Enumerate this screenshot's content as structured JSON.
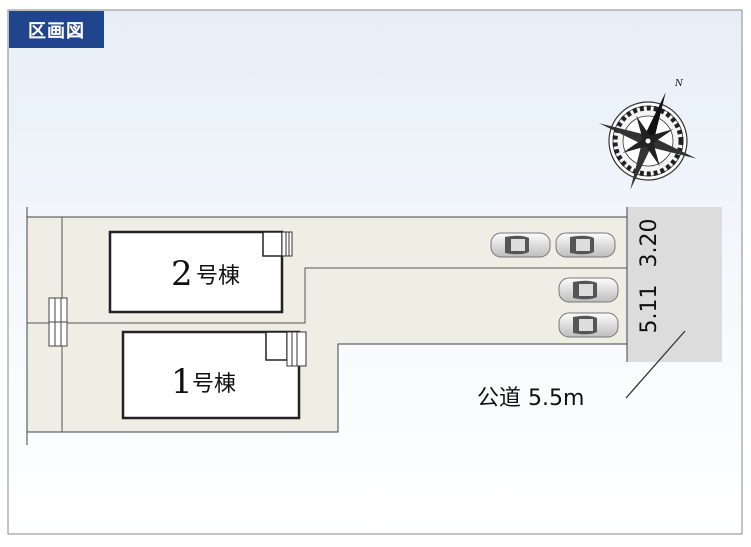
{
  "title_badge": "区画図",
  "lots": [
    {
      "number": "2",
      "label": "号棟"
    },
    {
      "number": "1",
      "label": "号棟"
    }
  ],
  "dimensions": {
    "upper": "3.20",
    "lower": "5.11"
  },
  "road_label": "公道 5.5m",
  "compass": {
    "north_label": "N"
  },
  "colors": {
    "badge": "#21458c",
    "lot": "#eeeee4",
    "road": "#dcdcdc",
    "outline": "#333333"
  }
}
